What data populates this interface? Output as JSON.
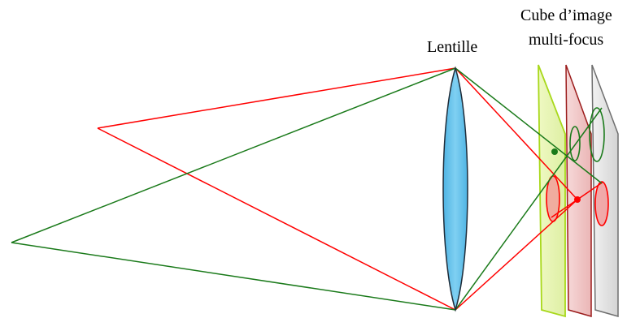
{
  "labels": {
    "lens": "Lentille",
    "cube_line1": "Cube d’image",
    "cube_line2": "multi-focus"
  },
  "colors": {
    "red_ray": "#ff0000",
    "green_ray": "#1a7a1a",
    "lens_fill": "#5bbde8",
    "lens_stroke": "#1f2d3a",
    "plane_green": "#a8d81a",
    "plane_red": "#9b1b1b",
    "plane_gray": "#6e6e6e"
  }
}
